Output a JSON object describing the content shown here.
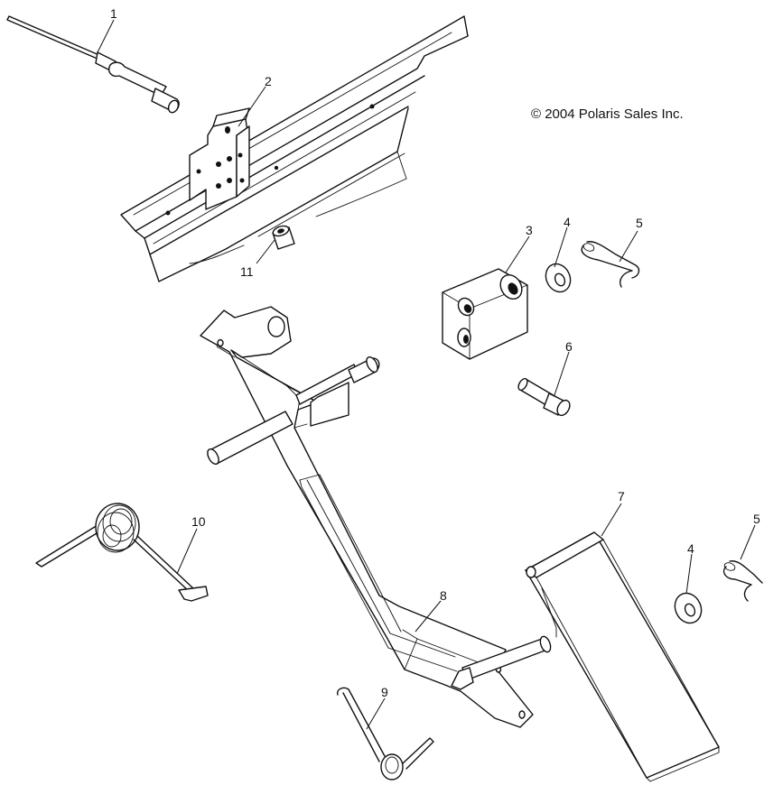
{
  "copyright": "© 2004 Polaris Sales Inc.",
  "callouts": [
    "1",
    "2",
    "3",
    "4",
    "5",
    "6",
    "7",
    "8",
    "9",
    "10",
    "11",
    "4",
    "5"
  ]
}
